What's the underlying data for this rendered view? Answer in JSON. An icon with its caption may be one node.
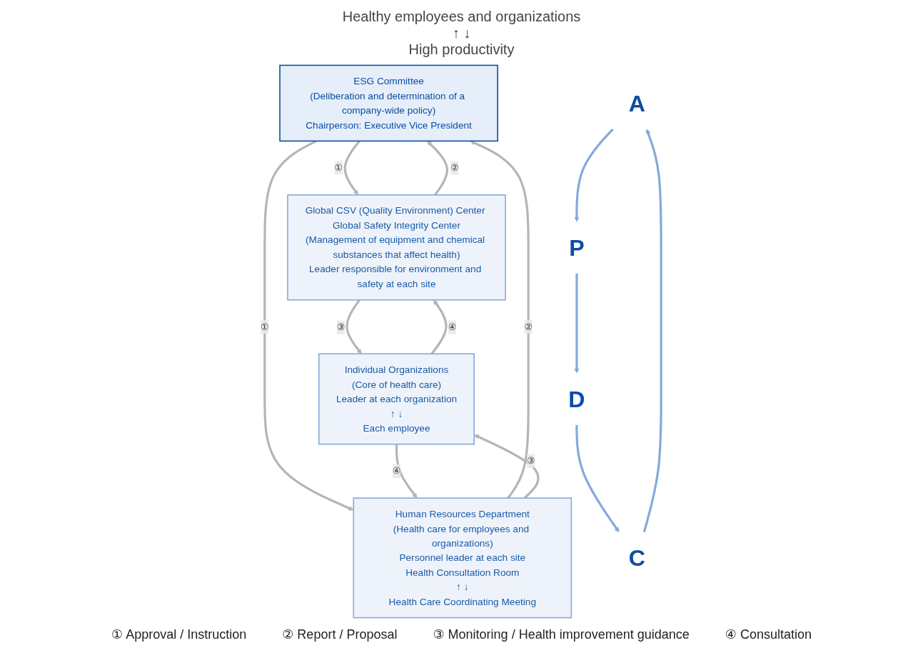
{
  "diagram": {
    "nodes": [
      {
        "text": [
          "ESG Committee",
          "(Deliberation and determination of a company-wide policy)",
          "Chairperson: Executive Vice President"
        ]
      },
      {
        "text": [
          "Global CSV (Quality Environment) Center Global Safety Integrity Center",
          "(Management of equipment and chemical substances that affect health)",
          "Leader responsible for environment and safety at each site"
        ]
      },
      {
        "text": [
          "Human Resources Department",
          "(Health care for employees and organizations)",
          "Personnel leader at each site",
          "Health Consultation Room",
          "↑ ↓",
          "Health Care Coordinating Meeting"
        ]
      },
      {
        "text": [
          "Individual Organizations",
          "(Core of health care)",
          "Leader at each organization",
          "↑ ↓",
          "Each employee"
        ]
      },
      {
        "text": [
          "A"
        ]
      },
      {
        "text": [
          "P"
        ]
      },
      {
        "text": [
          "D"
        ]
      },
      {
        "text": [
          "C"
        ]
      }
    ],
    "edges": [
      {
        "from": 0,
        "to": 1,
        "arrow": "to",
        "label": "①"
      },
      {
        "from": 1,
        "to": 0,
        "arrow": "to",
        "label": "②"
      },
      {
        "from": 0,
        "to": 2,
        "arrow": "to",
        "label": "①"
      },
      {
        "from": 2,
        "to": 0,
        "arrow": "to",
        "label": "②"
      },
      {
        "from": 1,
        "to": 3,
        "arrow": "to",
        "label": "③"
      },
      {
        "from": 3,
        "to": 1,
        "arrow": "to",
        "label": "④"
      },
      {
        "from": 2,
        "to": 3,
        "arrow": "to",
        "label": "③"
      },
      {
        "from": 3,
        "to": 2,
        "arrow": "to",
        "label": "④"
      },
      {
        "from": 4,
        "to": 5,
        "arrow": "to",
        "color": "#86a9db"
      },
      {
        "from": 5,
        "to": 6,
        "arrow": "to",
        "color": "#86a9db"
      },
      {
        "from": 6,
        "to": 7,
        "arrow": "to",
        "color": "#86a9db"
      },
      {
        "from": 7,
        "to": 4,
        "arrow": "to",
        "color": "#86a9db"
      }
    ],
    "labels": [
      "Healthy employees and organizations",
      "↑ ↓",
      "High productivity",
      "① Approval / Instruction",
      "② Report / Proposal",
      "③ Monitoring / Health improvement guidance",
      "④ Consultation"
    ]
  }
}
